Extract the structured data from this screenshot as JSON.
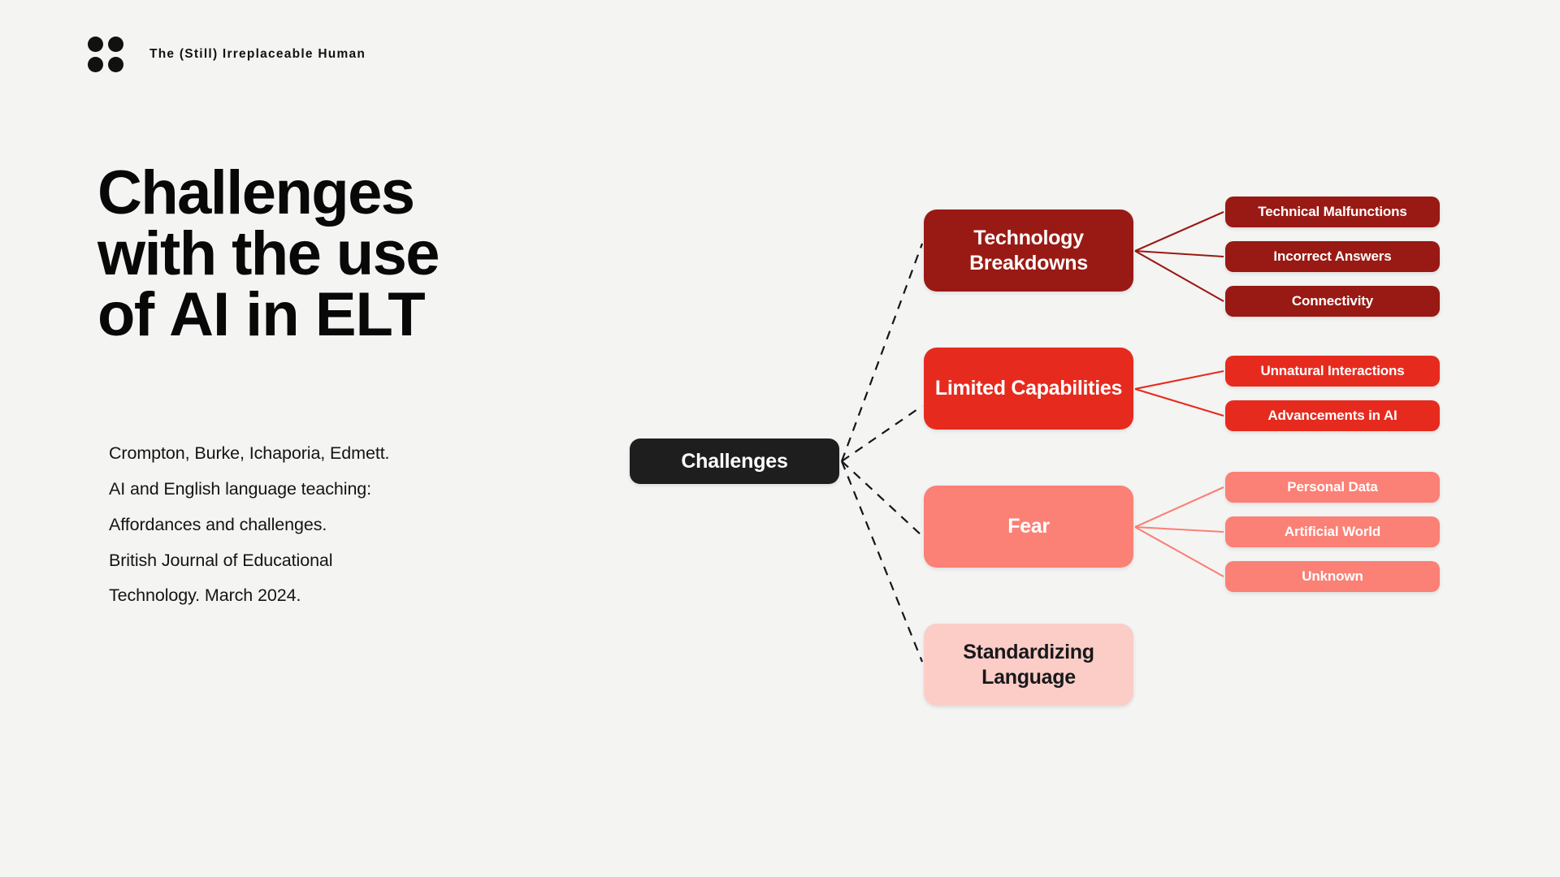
{
  "brand": {
    "logo_icon": "four-dots-icon",
    "name": "The (Still) Irreplaceable Human"
  },
  "headline": {
    "line1": "Challenges",
    "line2": "with the use",
    "line3_prefix": "of ",
    "line3_emphasis": "AI in ELT"
  },
  "citation": {
    "line1": "Crompton, Burke, Ichaporia, Edmett.",
    "line2": "AI and English language teaching:",
    "line3": "Affordances and challenges.",
    "line4": "British Journal of Educational",
    "line5": "Technology. March 2024."
  },
  "chart_data": {
    "type": "diagram",
    "diagram_kind": "mindmap",
    "title": "Challenges with the use of AI in ELT",
    "root": {
      "label": "Challenges",
      "color": "#1e1e1e",
      "text_color": "#ffffff"
    },
    "connector_root_style": "dashed-black",
    "connector_branch_style": "solid-branch-color",
    "branches": [
      {
        "label": "Technology Breakdowns",
        "color": "#991a14",
        "text_color": "#ffffff",
        "children": [
          {
            "label": "Technical Malfunctions",
            "color": "#991a14"
          },
          {
            "label": "Incorrect Answers",
            "color": "#991a14"
          },
          {
            "label": "Connectivity",
            "color": "#991a14"
          }
        ]
      },
      {
        "label": "Limited Capabilities",
        "color": "#e62b1e",
        "text_color": "#ffffff",
        "children": [
          {
            "label": "Unnatural Interactions",
            "color": "#e62b1e"
          },
          {
            "label": "Advancements in AI",
            "color": "#e62b1e"
          }
        ]
      },
      {
        "label": "Fear",
        "color": "#fb8075",
        "text_color": "#ffffff",
        "children": [
          {
            "label": "Personal Data",
            "color": "#fb8075"
          },
          {
            "label": "Artificial World",
            "color": "#fb8075"
          },
          {
            "label": "Unknown",
            "color": "#fb8075"
          }
        ]
      },
      {
        "label": "Standardizing Language",
        "color": "#fbcdc6",
        "text_color": "#18181b",
        "children": []
      }
    ]
  },
  "palette": {
    "background": "#f4f4f3",
    "ink": "#080808",
    "dark_red": "#991a14",
    "red": "#e62b1e",
    "coral": "#fb8075",
    "pink": "#fbcdc6",
    "root_black": "#1e1e1e"
  }
}
